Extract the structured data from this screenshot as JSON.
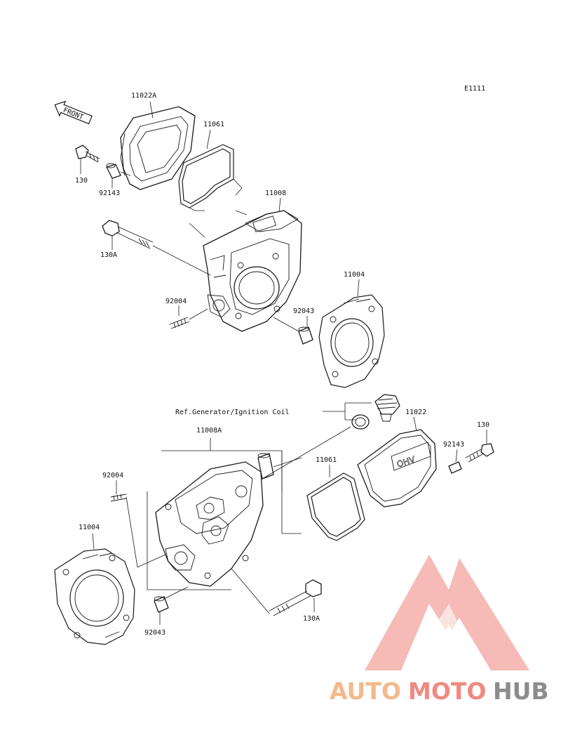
{
  "diagram_id": "E1111",
  "front_label": "FRONT",
  "ref_note": "Ref.Generator/Ignition Coil",
  "watermark": {
    "part1": "AUTO",
    "part2": "MOTO",
    "part3": "HUB",
    "color_auto": "#f3b98c",
    "color_moto": "#f08a80",
    "color_hub": "#8c8c8c",
    "logo_color": "#f3a09a"
  },
  "labels": {
    "p11022A": "11022A",
    "p11061_top": "11061",
    "p130_top": "130",
    "p92143_top": "92143",
    "p11008": "11008",
    "p130A_top": "130A",
    "p11004_top": "11004",
    "p92004_top": "92004",
    "p92043_top": "92043",
    "p11022": "11022",
    "p130_bot": "130",
    "p92143_bot": "92143",
    "p11008A": "11008A",
    "p11061_bot": "11061",
    "p92004_bot": "92004",
    "p11004_bot": "11004",
    "p130A_bot": "130A",
    "p92043_bot": "92043"
  }
}
